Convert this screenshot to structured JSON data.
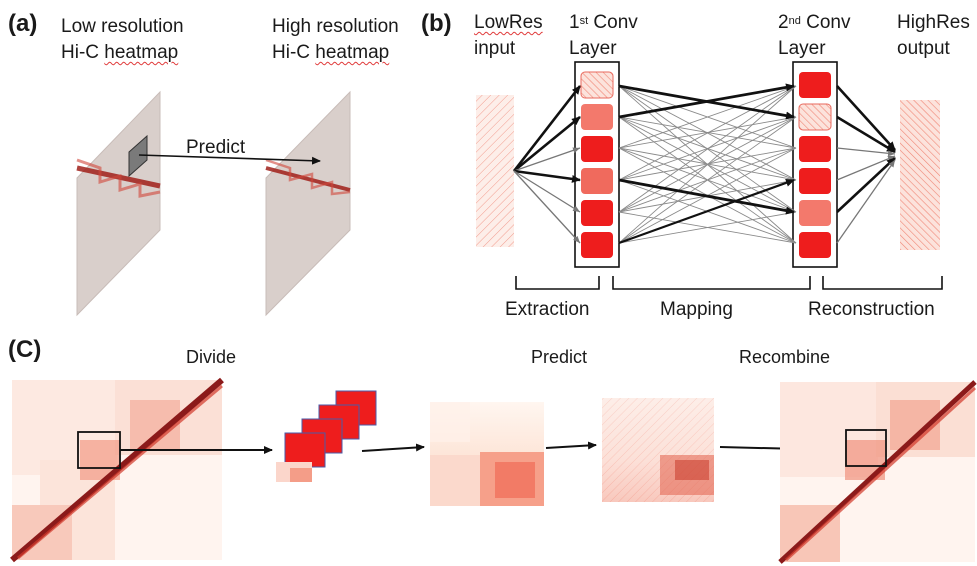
{
  "panel_a": {
    "tag": "(a)",
    "low_line1": "Low resolution",
    "low_line2_prefix": "Hi-C ",
    "low_line2_word": "heatmap",
    "high_line1": "High resolution",
    "high_line2_prefix": "Hi-C ",
    "high_line2_word": "heatmap",
    "arrow_label": "Predict"
  },
  "panel_b": {
    "tag": "(b)",
    "input_line1": "LowRes",
    "input_line2": "input",
    "conv1_num": "1",
    "conv1_sup": "st",
    "conv1_word": " Conv",
    "conv1_line2": "Layer",
    "conv2_num": "2",
    "conv2_sup": "nd",
    "conv2_word": " Conv",
    "conv2_line2": "Layer",
    "output_line1": "HighRes",
    "output_line2": "output",
    "stage_extraction": "Extraction",
    "stage_mapping": "Mapping",
    "stage_reconstruction": "Reconstruction"
  },
  "panel_c": {
    "tag": "(C)",
    "step_divide": "Divide",
    "step_predict": "Predict",
    "step_recombine": "Recombine"
  },
  "colors": {
    "heat_dark": "#8b1a1a",
    "heat_red": "#e81a1a",
    "heat_light": "#fbe4dd",
    "gray_plane": "#d6ccc8",
    "squiggle": "#e03a3a"
  }
}
